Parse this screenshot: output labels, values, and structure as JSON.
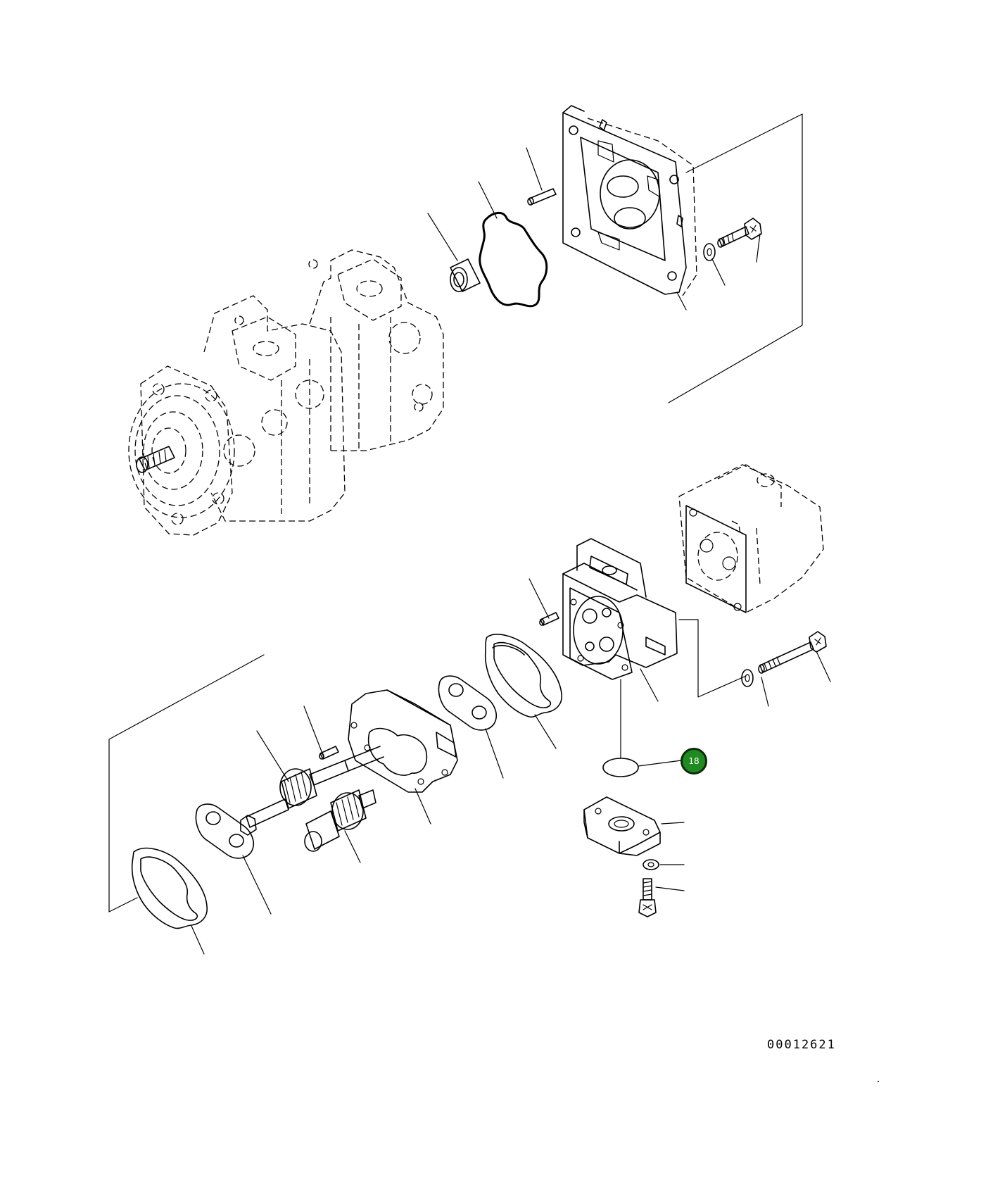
{
  "diagram": {
    "drawing_number": "00012621",
    "callout": {
      "label": "18",
      "color": "#1f8a1f",
      "part": "o-ring"
    }
  }
}
